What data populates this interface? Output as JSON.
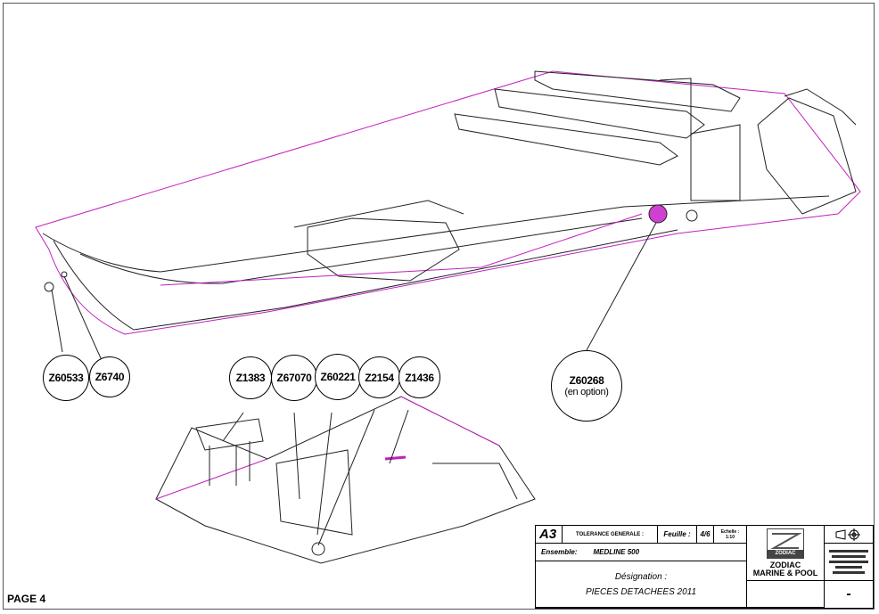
{
  "page_label": "PAGE 4",
  "callouts": {
    "z60533": "Z60533",
    "z6740": "Z6740",
    "z1383": "Z1383",
    "z67070": "Z67070",
    "z60221": "Z60221",
    "z2154": "Z2154",
    "z1436": "Z1436",
    "z60268": "Z60268",
    "z60268_note": "(en option)"
  },
  "title_block": {
    "format": "A3",
    "tolerance_label": "TOLERANCE GENERALE :",
    "sheet_label": "Feuille :",
    "sheet_value": "4/6",
    "scale_label": "Echelle :",
    "scale_value": "1:10",
    "assembly_label": "Ensemble:",
    "assembly_value": "MEDLINE 500",
    "designation_label": "Désignation :",
    "designation_value": "PIECES DETACHEES 2011",
    "logo_text": "ZODIAC",
    "company_line1": "ZODIAC",
    "company_line2": "MARINE & POOL",
    "revision": "-"
  },
  "colors": {
    "outline": "#222222",
    "hull_accent": "#c020c0"
  }
}
